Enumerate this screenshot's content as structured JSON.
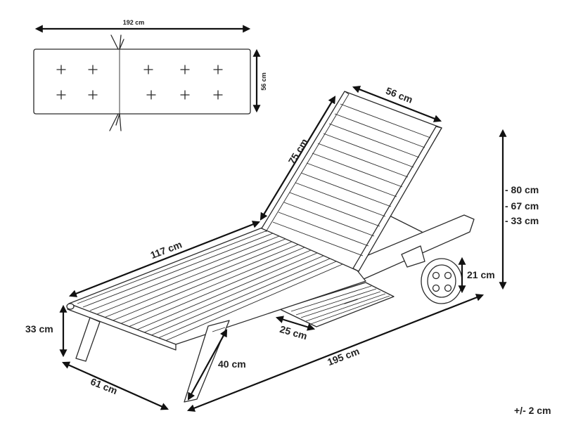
{
  "cushion": {
    "length_label": "192 cm",
    "width_label": "56 cm"
  },
  "lounger": {
    "backrest_width": "56 cm",
    "backrest_length": "75 cm",
    "seat_length": "117 cm",
    "heights": [
      "- 80 cm",
      "- 67 cm",
      "- 33 cm"
    ],
    "wheel_height": "21 cm",
    "tray_width": "25 cm",
    "seat_height": "33 cm",
    "leg_height": "40 cm",
    "total_length": "195 cm",
    "total_width": "61 cm"
  },
  "tolerance": "+/- 2 cm"
}
